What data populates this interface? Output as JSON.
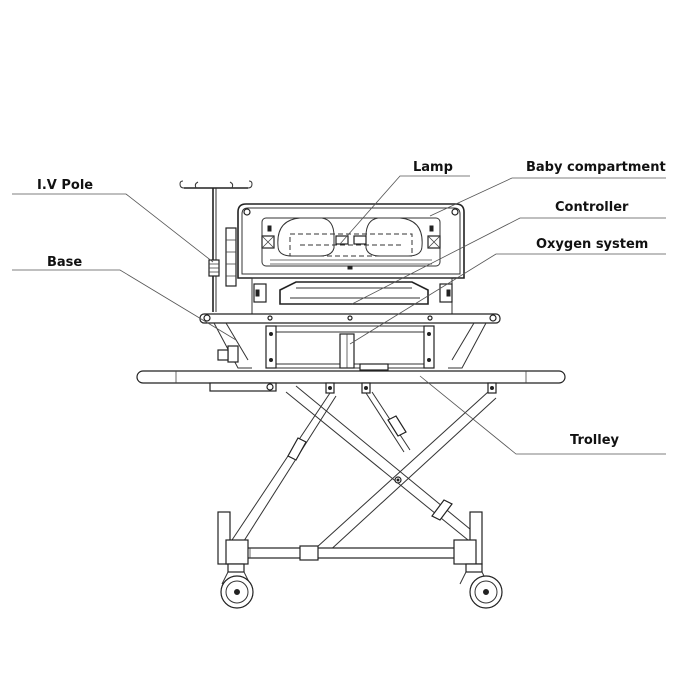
{
  "labels": {
    "iv_pole": "I.V Pole",
    "lamp": "Lamp",
    "baby_compartment": "Baby compartment",
    "controller": "Controller",
    "oxygen_system": "Oxygen system",
    "base": "Base",
    "trolley": "Trolley"
  },
  "colors": {
    "line": "#333333",
    "text": "#111111",
    "background": "#ffffff"
  }
}
